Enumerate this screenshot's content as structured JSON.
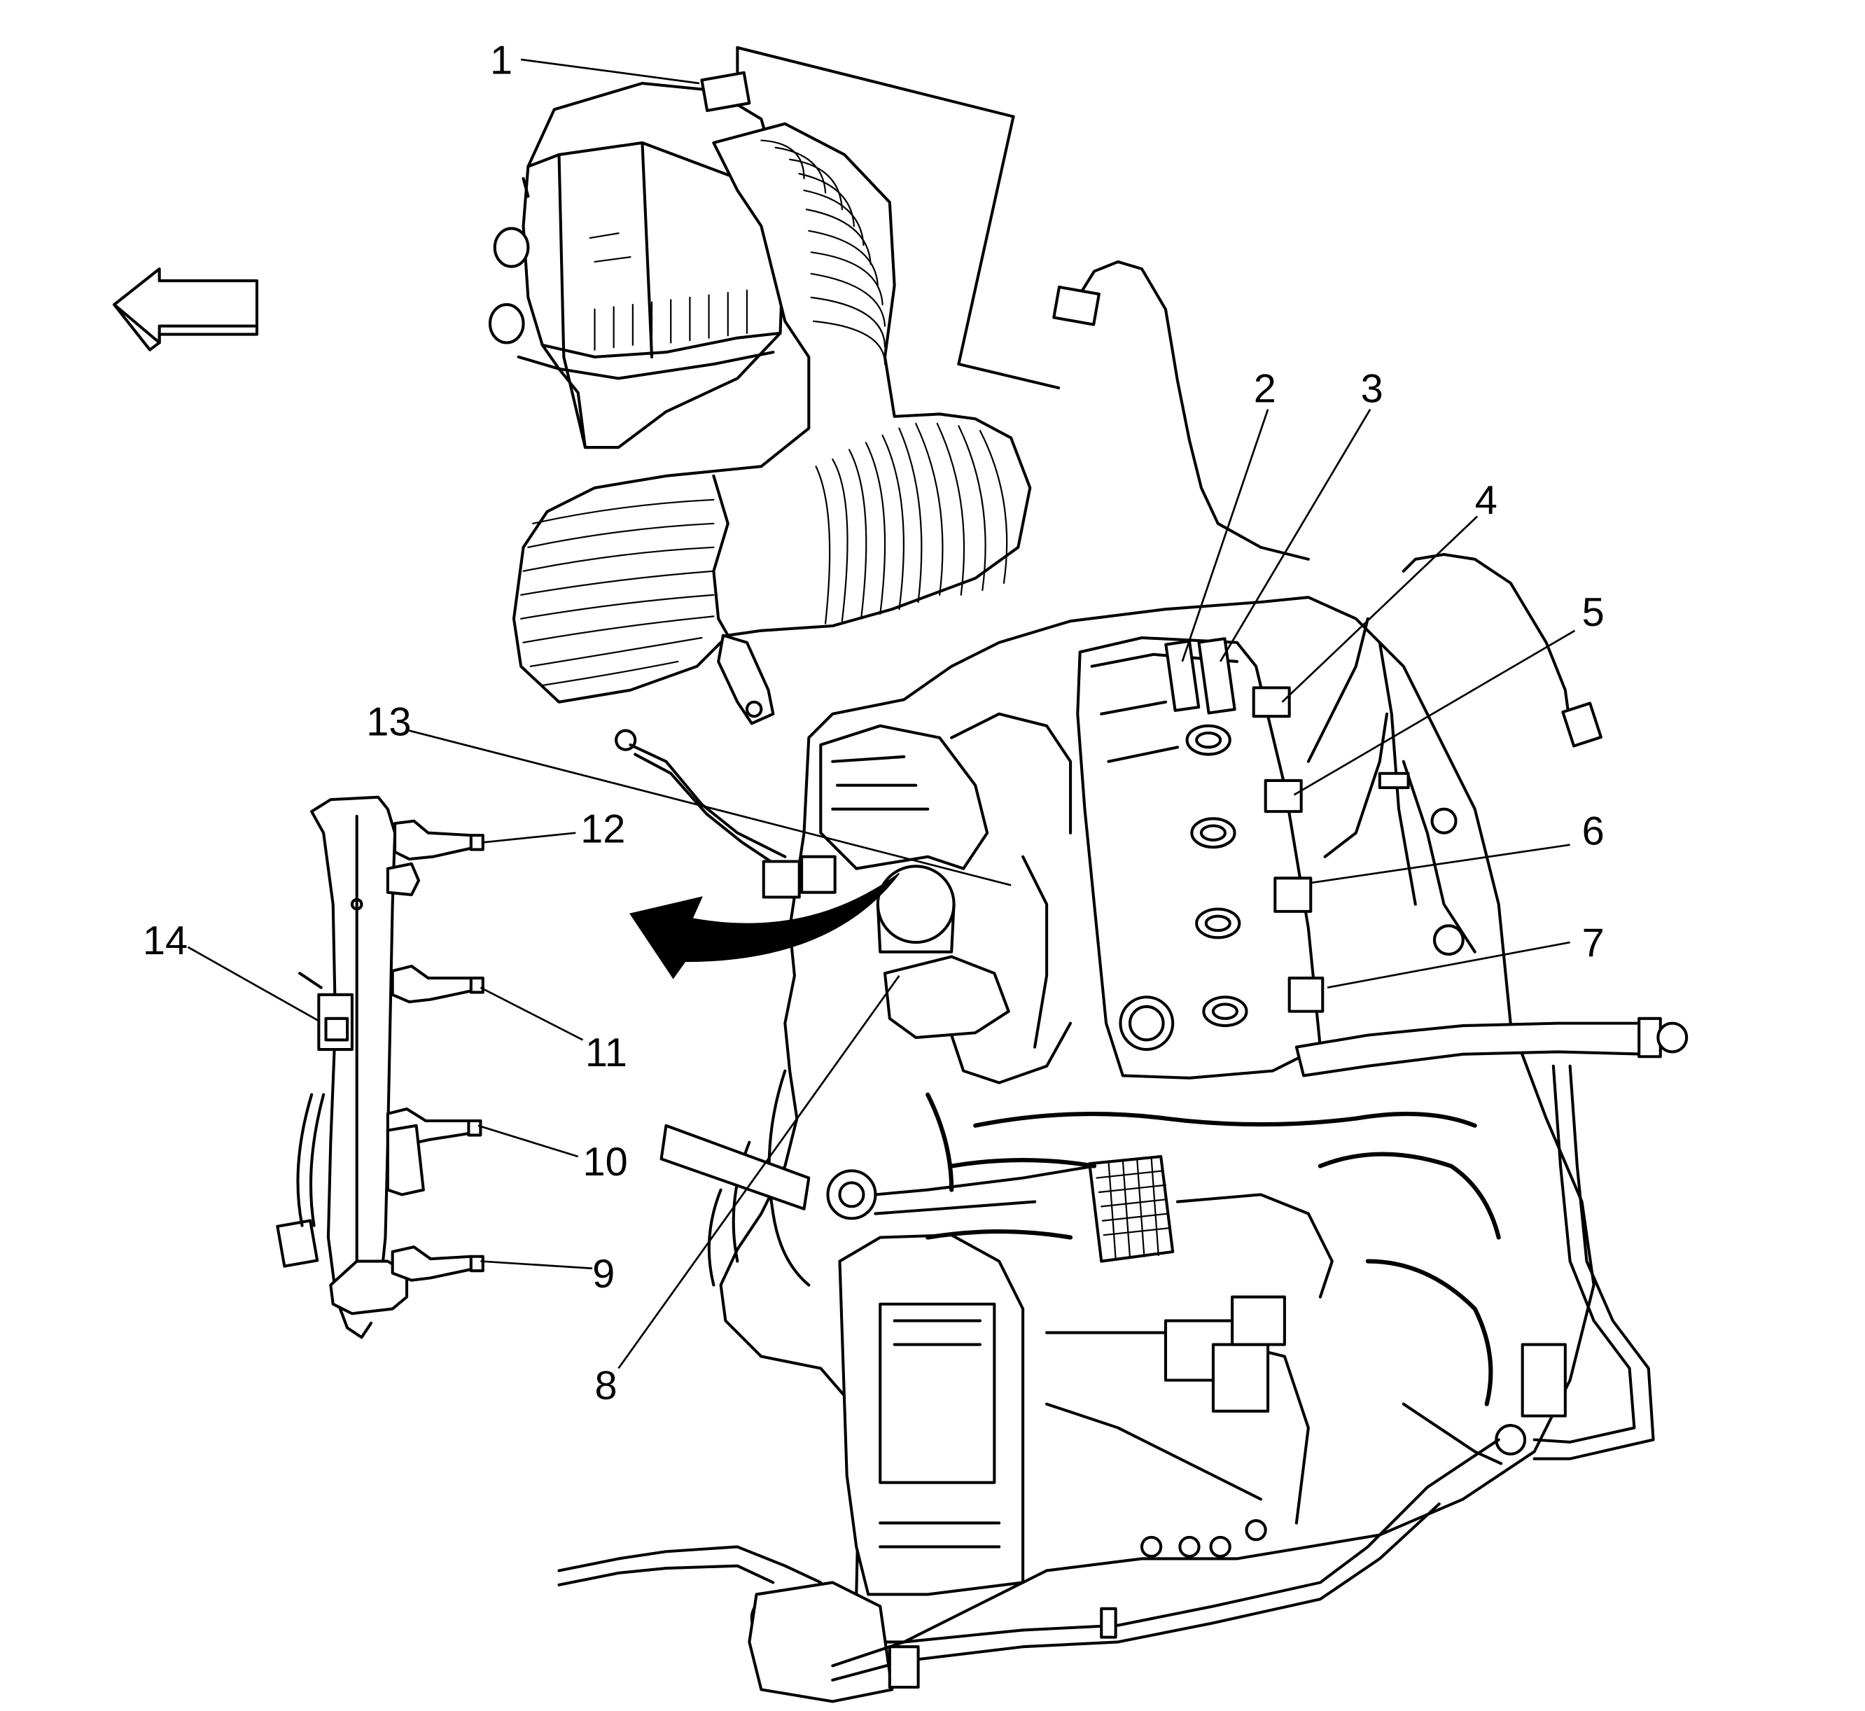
{
  "callouts": [
    {
      "id": 1,
      "label": "1"
    },
    {
      "id": 2,
      "label": "2"
    },
    {
      "id": 3,
      "label": "3"
    },
    {
      "id": 4,
      "label": "4"
    },
    {
      "id": 5,
      "label": "5"
    },
    {
      "id": 6,
      "label": "6"
    },
    {
      "id": 7,
      "label": "7"
    },
    {
      "id": 8,
      "label": "8"
    },
    {
      "id": 9,
      "label": "9"
    },
    {
      "id": 10,
      "label": "10"
    },
    {
      "id": 11,
      "label": "11"
    },
    {
      "id": 12,
      "label": "12"
    },
    {
      "id": 13,
      "label": "13"
    },
    {
      "id": 14,
      "label": "14"
    }
  ]
}
